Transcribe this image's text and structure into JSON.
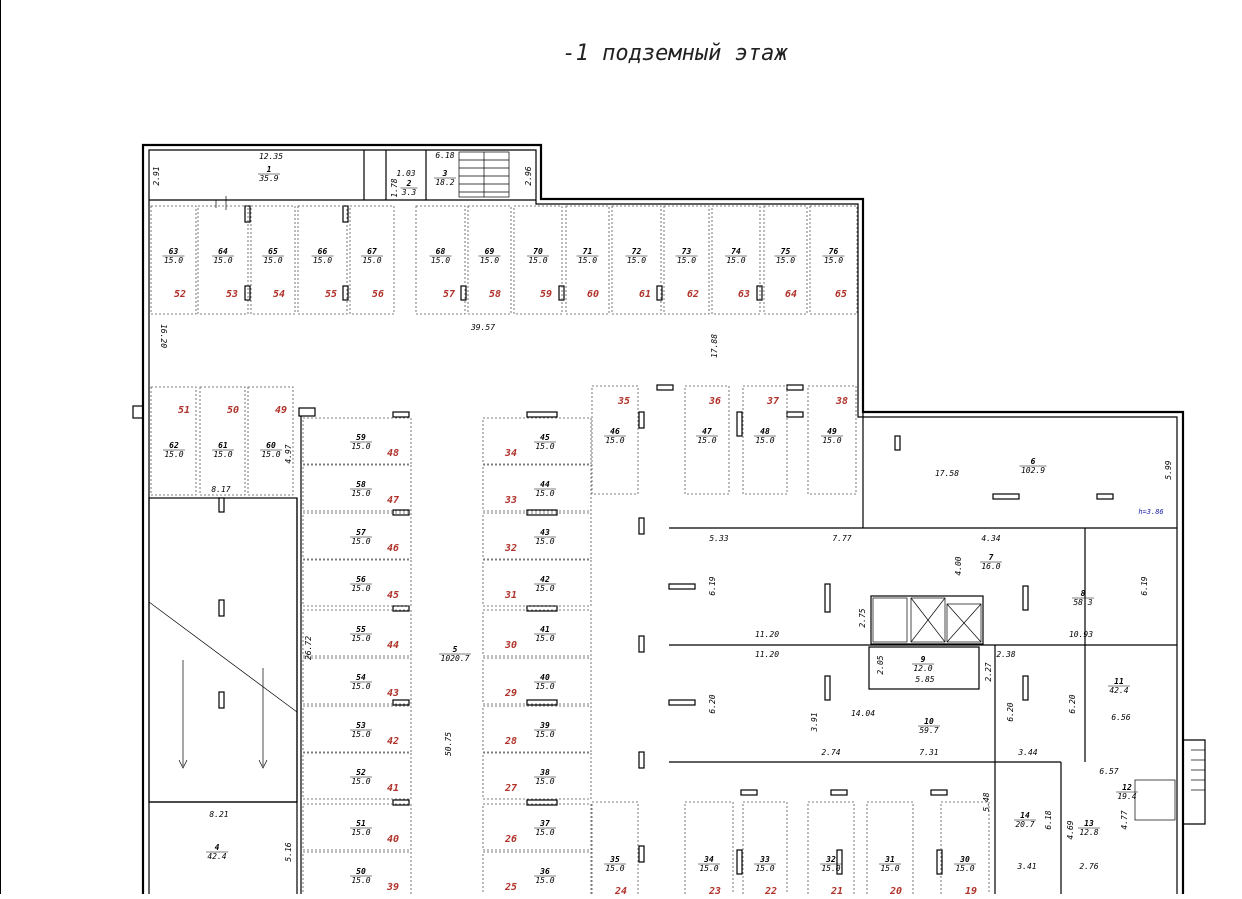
{
  "title": "-1 подземный этаж",
  "top_rooms": [
    {
      "id": "r1",
      "num": "1",
      "area": "35.9"
    },
    {
      "id": "r2",
      "num": "2",
      "area": "3.3"
    },
    {
      "id": "r3",
      "num": "3",
      "area": "18.2"
    }
  ],
  "dims": {
    "d_12_35": "12.35",
    "d_6_18": "6.18",
    "d_2_91": "2.91",
    "d_2_96": "2.96",
    "d_1_03": "1.03",
    "d_1_78": "1.78",
    "d_39_57": "39.57",
    "d_16_20": "16.20",
    "d_17_88": "17.88",
    "d_8_17": "8.17",
    "d_4_97": "4.97",
    "d_26_72": "26.72",
    "d_50_75": "50.75",
    "d_8_21": "8.21",
    "d_5_16": "5.16",
    "d_17_58": "17.58",
    "d_5_99": "5.99",
    "d_h": "h=3.86",
    "d_5_33": "5.33",
    "d_7_77": "7.77",
    "d_4_34": "4.34",
    "d_4_00": "4.00",
    "d_6_19a": "6.19",
    "d_6_19b": "6.19",
    "d_2_75": "2.75",
    "d_11_20a": "11.20",
    "d_11_20b": "11.20",
    "d_10_93": "10.93",
    "d_2_05": "2.05",
    "d_5_85": "5.85",
    "d_2_27": "2.27",
    "d_2_38": "2.38",
    "d_6_20a": "6.20",
    "d_6_20b": "6.20",
    "d_6_20c": "6.20",
    "d_3_91": "3.91",
    "d_14_04": "14.04",
    "d_6_56": "6.56",
    "d_2_74": "2.74",
    "d_7_31": "7.31",
    "d_3_44": "3.44",
    "d_6_57": "6.57",
    "d_5_48": "5.48",
    "d_6_18b": "6.18",
    "d_4_69": "4.69",
    "d_4_77": "4.77",
    "d_3_41": "3.41",
    "d_2_76": "2.76"
  },
  "rooms": [
    {
      "id": "r4",
      "num": "4",
      "area": "42.4"
    },
    {
      "id": "r5",
      "num": "5",
      "area": "1020.7"
    },
    {
      "id": "r6",
      "num": "6",
      "area": "102.9"
    },
    {
      "id": "r7",
      "num": "7",
      "area": "16.0"
    },
    {
      "id": "r8",
      "num": "8",
      "area": "58.3"
    },
    {
      "id": "r9",
      "num": "9",
      "area": "12.0"
    },
    {
      "id": "r10",
      "num": "10",
      "area": "59.7"
    },
    {
      "id": "r11",
      "num": "11",
      "area": "42.4"
    },
    {
      "id": "r12",
      "num": "12",
      "area": "19.4"
    },
    {
      "id": "r13",
      "num": "13",
      "area": "12.8"
    },
    {
      "id": "r14",
      "num": "14",
      "area": "20.7"
    }
  ],
  "stalls": [
    {
      "room": "63",
      "area": "15.0",
      "space": "52"
    },
    {
      "room": "64",
      "area": "15.0",
      "space": "53"
    },
    {
      "room": "65",
      "area": "15.0",
      "space": "54"
    },
    {
      "room": "66",
      "area": "15.0",
      "space": "55"
    },
    {
      "room": "67",
      "area": "15.0",
      "space": "56"
    },
    {
      "room": "68",
      "area": "15.0",
      "space": "57"
    },
    {
      "room": "69",
      "area": "15.0",
      "space": "58"
    },
    {
      "room": "70",
      "area": "15.0",
      "space": "59"
    },
    {
      "room": "71",
      "area": "15.0",
      "space": "60"
    },
    {
      "room": "72",
      "area": "15.0",
      "space": "61"
    },
    {
      "room": "73",
      "area": "15.0",
      "space": "62"
    },
    {
      "room": "74",
      "area": "15.0",
      "space": "63"
    },
    {
      "room": "75",
      "area": "15.0",
      "space": "64"
    },
    {
      "room": "76",
      "area": "15.0",
      "space": "65"
    },
    {
      "room": "62",
      "area": "15.0",
      "space": "51"
    },
    {
      "room": "61",
      "area": "15.0",
      "space": "50"
    },
    {
      "room": "60",
      "area": "15.0",
      "space": "49"
    },
    {
      "room": "59",
      "area": "15.0",
      "space": "48"
    },
    {
      "room": "58",
      "area": "15.0",
      "space": "47"
    },
    {
      "room": "57",
      "area": "15.0",
      "space": "46"
    },
    {
      "room": "56",
      "area": "15.0",
      "space": "45"
    },
    {
      "room": "55",
      "area": "15.0",
      "space": "44"
    },
    {
      "room": "54",
      "area": "15.0",
      "space": "43"
    },
    {
      "room": "53",
      "area": "15.0",
      "space": "42"
    },
    {
      "room": "52",
      "area": "15.0",
      "space": "41"
    },
    {
      "room": "51",
      "area": "15.0",
      "space": "40"
    },
    {
      "room": "50",
      "area": "15.0",
      "space": "39"
    },
    {
      "room": "45",
      "area": "15.0",
      "space": "34"
    },
    {
      "room": "44",
      "area": "15.0",
      "space": "33"
    },
    {
      "room": "43",
      "area": "15.0",
      "space": "32"
    },
    {
      "room": "42",
      "area": "15.0",
      "space": "31"
    },
    {
      "room": "41",
      "area": "15.0",
      "space": "30"
    },
    {
      "room": "40",
      "area": "15.0",
      "space": "29"
    },
    {
      "room": "39",
      "area": "15.0",
      "space": "28"
    },
    {
      "room": "38",
      "area": "15.0",
      "space": "27"
    },
    {
      "room": "37",
      "area": "15.0",
      "space": "26"
    },
    {
      "room": "36",
      "area": "15.0",
      "space": "25"
    },
    {
      "room": "46",
      "area": "15.0",
      "space": "35"
    },
    {
      "room": "47",
      "area": "15.0",
      "space": "36"
    },
    {
      "room": "48",
      "area": "15.0",
      "space": "37"
    },
    {
      "room": "49",
      "area": "15.0",
      "space": "38"
    },
    {
      "room": "35",
      "area": "15.0",
      "space": "24"
    },
    {
      "room": "34",
      "area": "15.0",
      "space": "23"
    },
    {
      "room": "33",
      "area": "15.0",
      "space": "22"
    },
    {
      "room": "32",
      "area": "15.0",
      "space": "21"
    },
    {
      "room": "31",
      "area": "15.0",
      "space": "20"
    },
    {
      "room": "30",
      "area": "15.0",
      "space": "19"
    }
  ]
}
